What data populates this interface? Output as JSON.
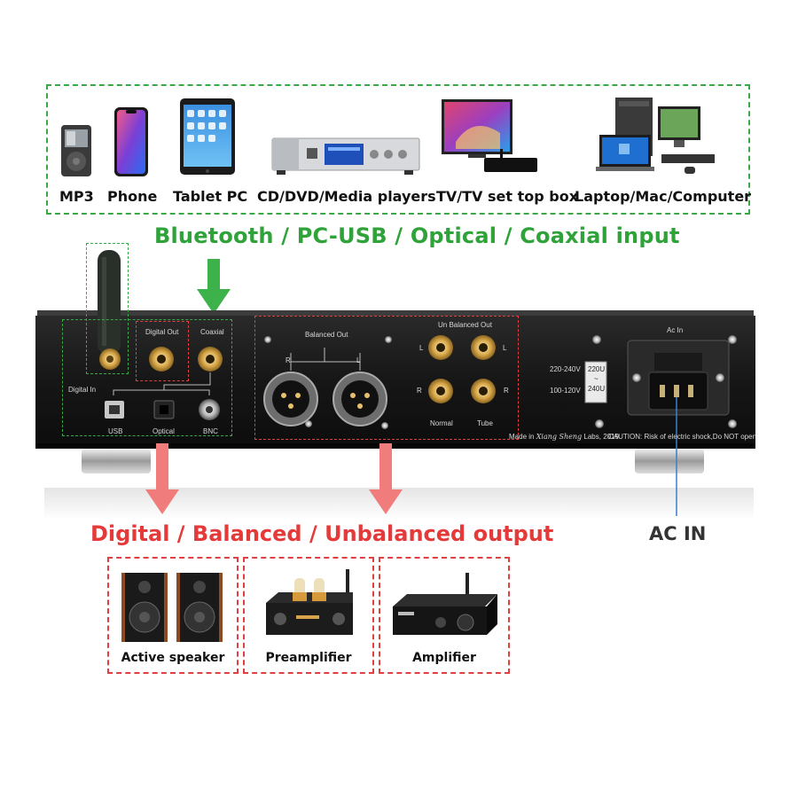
{
  "sources": {
    "items": [
      {
        "label": "MP3",
        "icon": "mp3-player-icon"
      },
      {
        "label": "Phone",
        "icon": "phone-icon"
      },
      {
        "label": "Tablet PC",
        "icon": "tablet-icon"
      },
      {
        "label": "CD/DVD/Media players",
        "icon": "media-player-icon"
      },
      {
        "label": "TV/TV set top box",
        "icon": "tv-icon"
      },
      {
        "label": "Laptop/Mac/Computer",
        "icon": "computer-icon"
      }
    ]
  },
  "input_heading": "Bluetooth / PC-USB / Optical / Coaxial input",
  "output_heading": "Digital / Balanced / Unbalanced output",
  "ac_in_label": "AC IN",
  "panel": {
    "digital_out": "Digital Out",
    "coaxial": "Coaxial",
    "digital_in": "Digital In",
    "usb": "USB",
    "optical": "Optical",
    "bnc": "BNC",
    "balanced_out": "Balanced Out",
    "unbalanced_out": "Un Balanced Out",
    "r": "R",
    "l": "L",
    "normal": "Normal",
    "tube": "Tube",
    "v_high": "220-240V",
    "v_low": "100-120V",
    "switch_top": "220U",
    "switch_mid": "~",
    "switch_bottom": "240U",
    "ac_in": "Ac In",
    "made_in": "Made in ",
    "brand_script": "Xiang Sheng",
    "made_in_tail": " Labs, 2019",
    "caution": "CAUTION: Risk of electric shock,Do NOT open"
  },
  "outputs": {
    "items": [
      {
        "label": "Active speaker",
        "icon": "speaker-icon"
      },
      {
        "label": "Preamplifier",
        "icon": "preamplifier-icon"
      },
      {
        "label": "Amplifier",
        "icon": "amplifier-icon"
      }
    ]
  },
  "colors": {
    "green": "#2fa33a",
    "red": "#e53a3a",
    "panel": "#151515",
    "ac_line": "#3a7fd0"
  }
}
